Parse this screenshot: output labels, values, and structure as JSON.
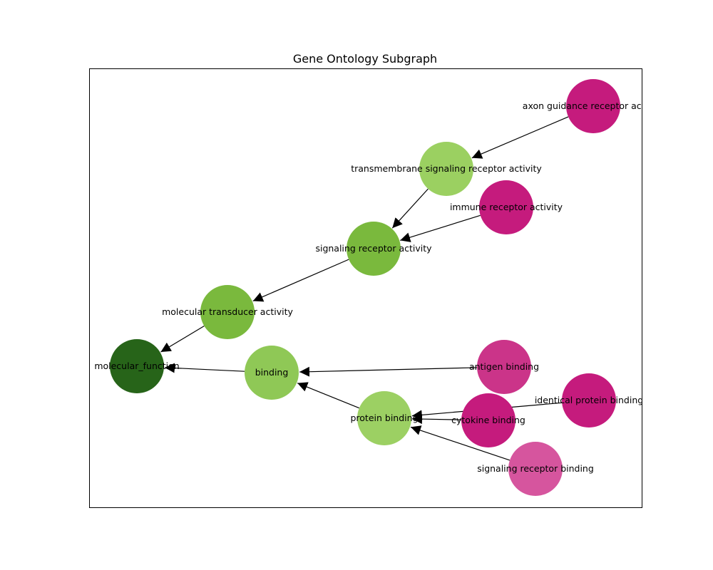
{
  "title": "Gene Ontology Subgraph",
  "nodes": [
    {
      "id": "axon",
      "label": "axon guidance receptor activity",
      "color": "#c51b7d"
    },
    {
      "id": "transmembrane",
      "label": "transmembrane signaling receptor activity",
      "color": "#9bd061"
    },
    {
      "id": "immune",
      "label": "immune receptor activity",
      "color": "#c51b7d"
    },
    {
      "id": "signaling_receptor",
      "label": "signaling receptor activity",
      "color": "#7ab93d"
    },
    {
      "id": "molecular_transducer",
      "label": "molecular transducer activity",
      "color": "#7ab93d"
    },
    {
      "id": "molecular_function",
      "label": "molecular_function",
      "color": "#276419"
    },
    {
      "id": "binding",
      "label": "binding",
      "color": "#8fc856"
    },
    {
      "id": "antigen",
      "label": "antigen binding",
      "color": "#cb3489"
    },
    {
      "id": "identical",
      "label": "identical protein binding",
      "color": "#c51b7d"
    },
    {
      "id": "protein_binding",
      "label": "protein binding",
      "color": "#9cd063"
    },
    {
      "id": "cytokine",
      "label": "cytokine binding",
      "color": "#c51b7d"
    },
    {
      "id": "signaling_receptor_binding",
      "label": "signaling receptor binding",
      "color": "#d6559e"
    }
  ],
  "edges": [
    {
      "from": "axon",
      "to": "transmembrane"
    },
    {
      "from": "transmembrane",
      "to": "signaling_receptor"
    },
    {
      "from": "immune",
      "to": "signaling_receptor"
    },
    {
      "from": "signaling_receptor",
      "to": "molecular_transducer"
    },
    {
      "from": "molecular_transducer",
      "to": "molecular_function"
    },
    {
      "from": "binding",
      "to": "molecular_function"
    },
    {
      "from": "antigen",
      "to": "binding"
    },
    {
      "from": "protein_binding",
      "to": "binding"
    },
    {
      "from": "identical",
      "to": "protein_binding"
    },
    {
      "from": "cytokine",
      "to": "protein_binding"
    },
    {
      "from": "signaling_receptor_binding",
      "to": "protein_binding"
    }
  ]
}
